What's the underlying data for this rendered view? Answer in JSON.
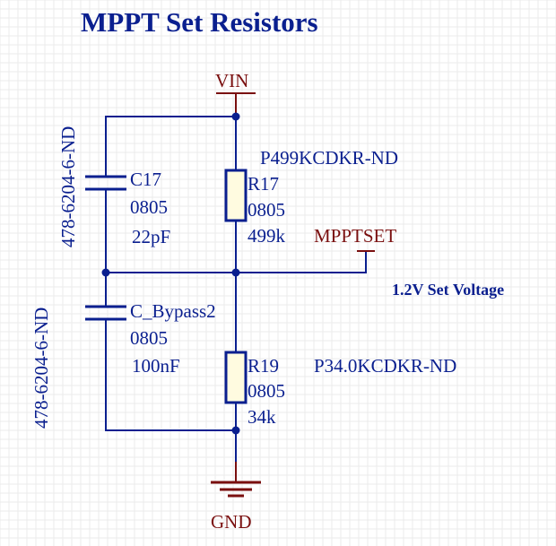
{
  "title": "MPPT Set Resistors",
  "power": {
    "vin": "VIN",
    "gnd": "GND"
  },
  "net_label": "MPPTSET",
  "note": "1.2V Set Voltage",
  "components": {
    "c17": {
      "designator": "C17",
      "package": "0805",
      "value": "22pF",
      "part": "478-6204-6-ND"
    },
    "c_bypass2": {
      "designator": "C_Bypass2",
      "package": "0805",
      "value": "100nF",
      "part": "478-6204-6-ND"
    },
    "r17": {
      "designator": "R17",
      "package": "0805",
      "value": "499k",
      "part": "P499KCDKR-ND"
    },
    "r19": {
      "designator": "R19",
      "package": "0805",
      "value": "34k",
      "part": "P34.0KCDKR-ND"
    }
  },
  "colors": {
    "wire": "#0a1f8f",
    "power": "#7a0f0f",
    "grid": "#ebebeb",
    "body_fill": "#fffbe0"
  }
}
